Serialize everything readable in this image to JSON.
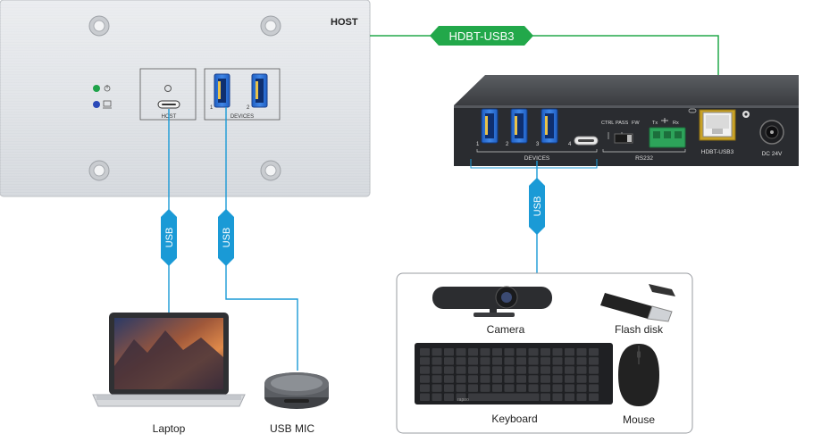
{
  "wall_plate": {
    "host_title": "HOST",
    "host_port_label": "HOST",
    "devices_label": "DEVICES",
    "port_numbers": [
      "1",
      "2"
    ]
  },
  "link": {
    "label": "HDBT-USB3",
    "color": "#22a84a"
  },
  "extender": {
    "port_numbers": [
      "1",
      "2",
      "3",
      "4"
    ],
    "devices_label": "DEVICES",
    "ctrl_label": "CTRL",
    "pass_label": "PASS",
    "fw_label": "FW",
    "tx_label": "Tx",
    "rx_label": "Rx",
    "rs232_label": "RS232",
    "hdbt_label": "HDBT-USB3",
    "dc_label": "DC 24V"
  },
  "usb_label": "USB",
  "usb_color": "#1a9ad6",
  "devices": {
    "laptop": "Laptop",
    "usb_mic": "USB MIC",
    "camera": "Camera",
    "flash_disk": "Flash disk",
    "keyboard": "Keyboard",
    "mouse": "Mouse",
    "keyboard_brand": "rapoo"
  }
}
